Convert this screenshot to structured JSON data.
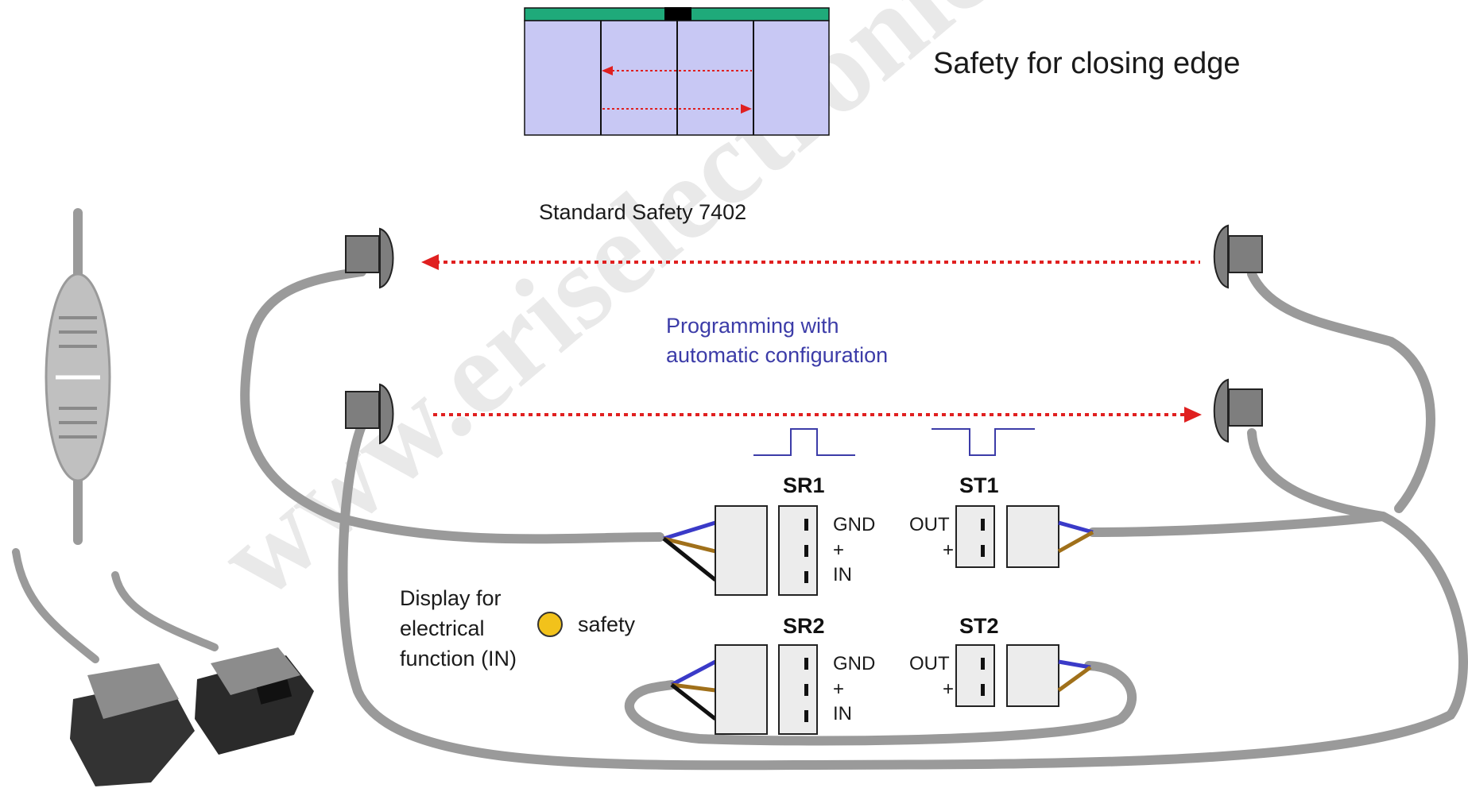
{
  "title": "Safety for closing edge",
  "product_label": "Standard Safety 7402",
  "programming_label_line1": "Programming with",
  "programming_label_line2": "automatic configuration",
  "display_label_line1": "Display for",
  "display_label_line2": "electrical",
  "display_label_line3": "function (IN)",
  "led_label": "safety",
  "led_color": "#f2c21b",
  "beam_color": "#e02020",
  "door_panel_color": "#c8c8f4",
  "door_rail_color": "#1faa7a",
  "cable_color": "#9a9a9a",
  "wire_colors": {
    "blue": "#3a3ac8",
    "brown": "#a0701a",
    "black": "#111111"
  },
  "receivers": [
    {
      "name": "SR1",
      "pins": [
        "GND",
        "+",
        "IN"
      ]
    },
    {
      "name": "SR2",
      "pins": [
        "GND",
        "+",
        "IN"
      ]
    }
  ],
  "transmitters": [
    {
      "name": "ST1",
      "pins": [
        "OUT",
        "+"
      ]
    },
    {
      "name": "ST2",
      "pins": [
        "OUT",
        "+"
      ]
    }
  ],
  "watermark": "www.eriselectronic.com"
}
